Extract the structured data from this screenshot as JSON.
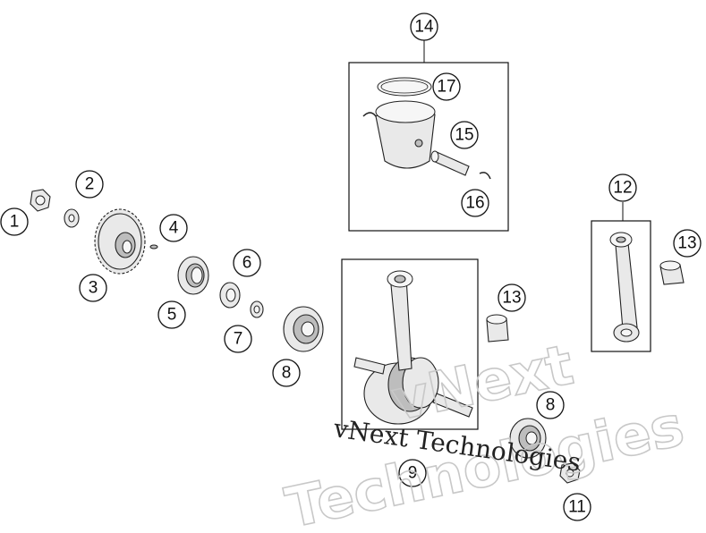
{
  "callouts": [
    {
      "label": "1"
    },
    {
      "label": "2"
    },
    {
      "label": "3"
    },
    {
      "label": "4"
    },
    {
      "label": "5"
    },
    {
      "label": "6"
    },
    {
      "label": "7"
    },
    {
      "label": "8"
    },
    {
      "label": "9"
    },
    {
      "label": "11"
    },
    {
      "label": "12"
    },
    {
      "label": "13"
    },
    {
      "label": "14"
    },
    {
      "label": "15"
    },
    {
      "label": "16"
    },
    {
      "label": "17"
    },
    {
      "label": "13"
    },
    {
      "label": "8"
    }
  ],
  "watermark": {
    "line": "vNext Technologies",
    "big_1": "vNext",
    "big_2": "Technologies"
  }
}
